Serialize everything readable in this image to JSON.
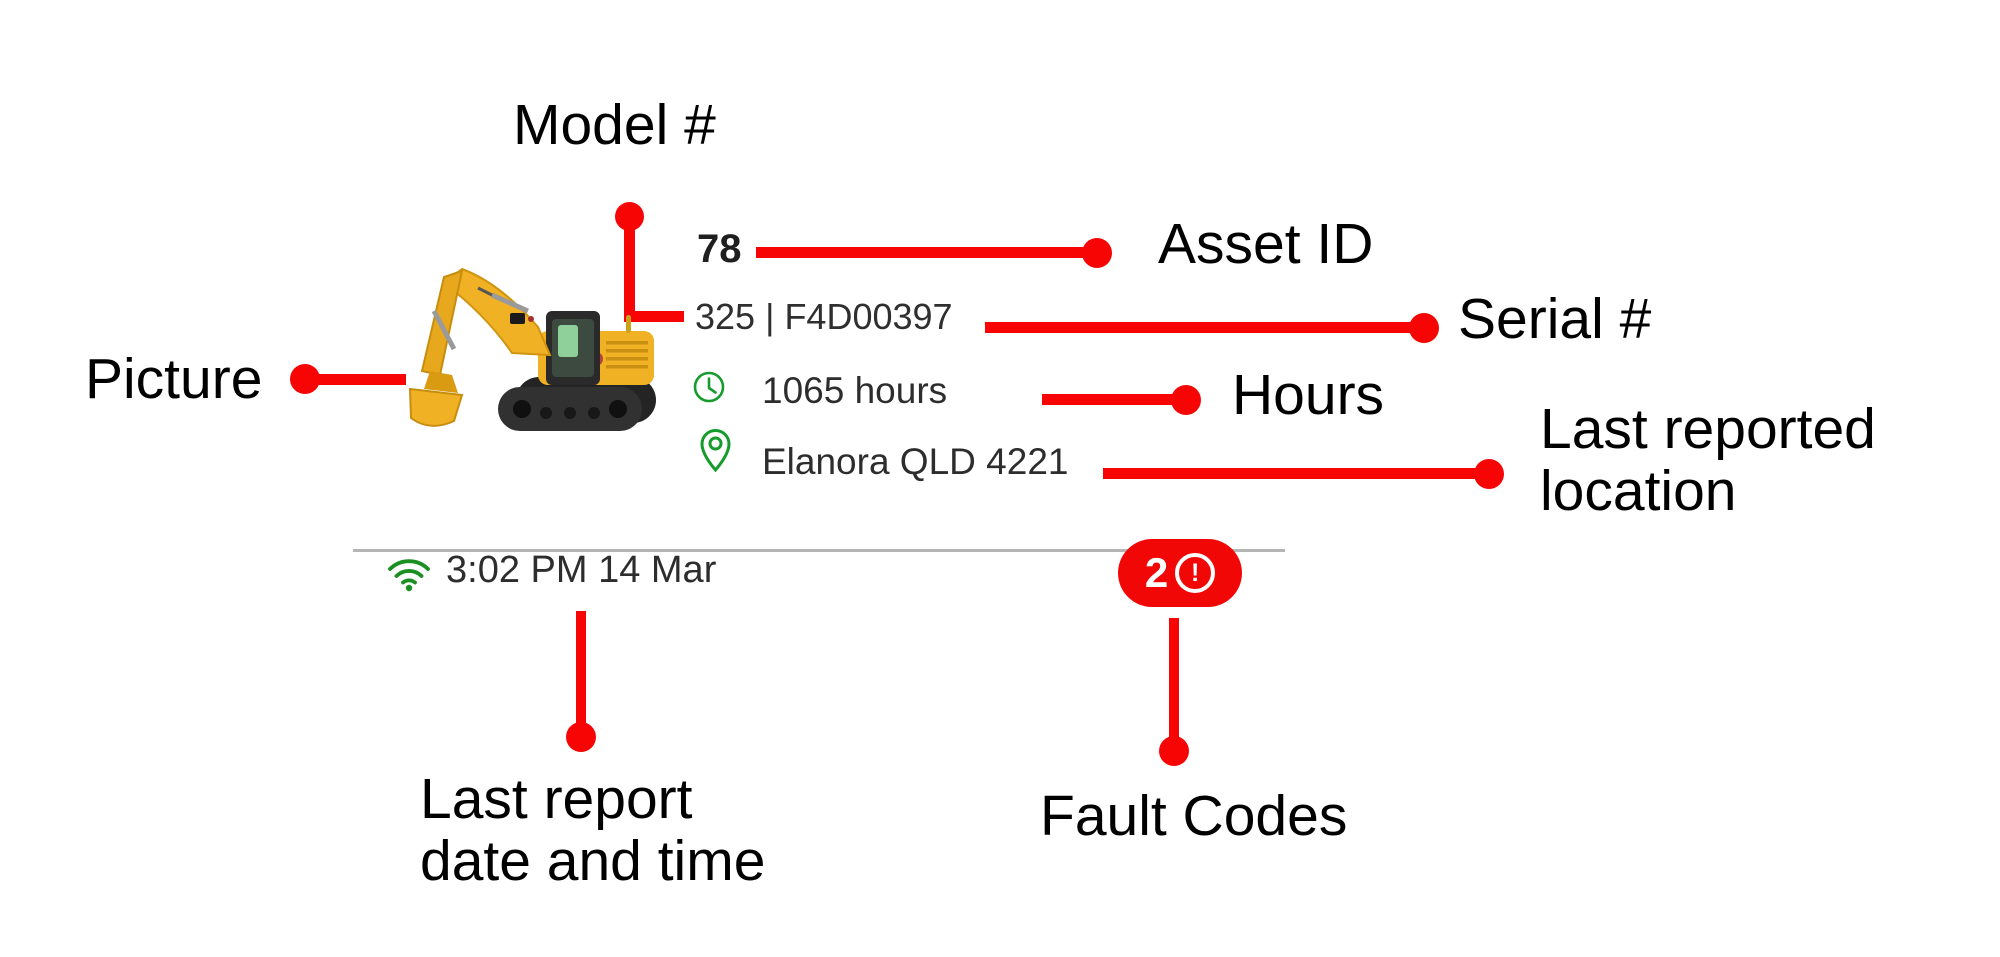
{
  "page": {
    "background": "#ffffff"
  },
  "colors": {
    "callout_red": "#f70505",
    "badge_red": "#f20707",
    "icon_green": "#169b2d",
    "label_black": "#000000",
    "card_text": "#2d2d2d",
    "divider_gray": "#b5b5b5",
    "machine_yellow": "#f0b124",
    "machine_dark": "#2a2a2a"
  },
  "card": {
    "asset_id": "78",
    "model_number": "325",
    "separator": "|",
    "serial_number": "F4D00397",
    "hours": "1065 hours",
    "location": "Elanora QLD 4221",
    "last_report": "3:02 PM 14 Mar",
    "fault_count": "2",
    "fault_alert_glyph": "!"
  },
  "icons": {
    "hours": "clock-icon",
    "location": "map-pin-icon",
    "last_report": "wifi-icon",
    "fault": "exclamation-circle-icon",
    "picture": "excavator-image"
  },
  "annotations": {
    "model": {
      "label": "Model #"
    },
    "picture": {
      "label": "Picture"
    },
    "asset_id": {
      "label": "Asset ID"
    },
    "serial": {
      "label": "Serial #"
    },
    "hours": {
      "label": "Hours"
    },
    "location": {
      "line1": "Last reported",
      "line2": "location"
    },
    "last_report": {
      "line1": "Last report",
      "line2": "date and time"
    },
    "fault_codes": {
      "label": "Fault Codes"
    }
  }
}
